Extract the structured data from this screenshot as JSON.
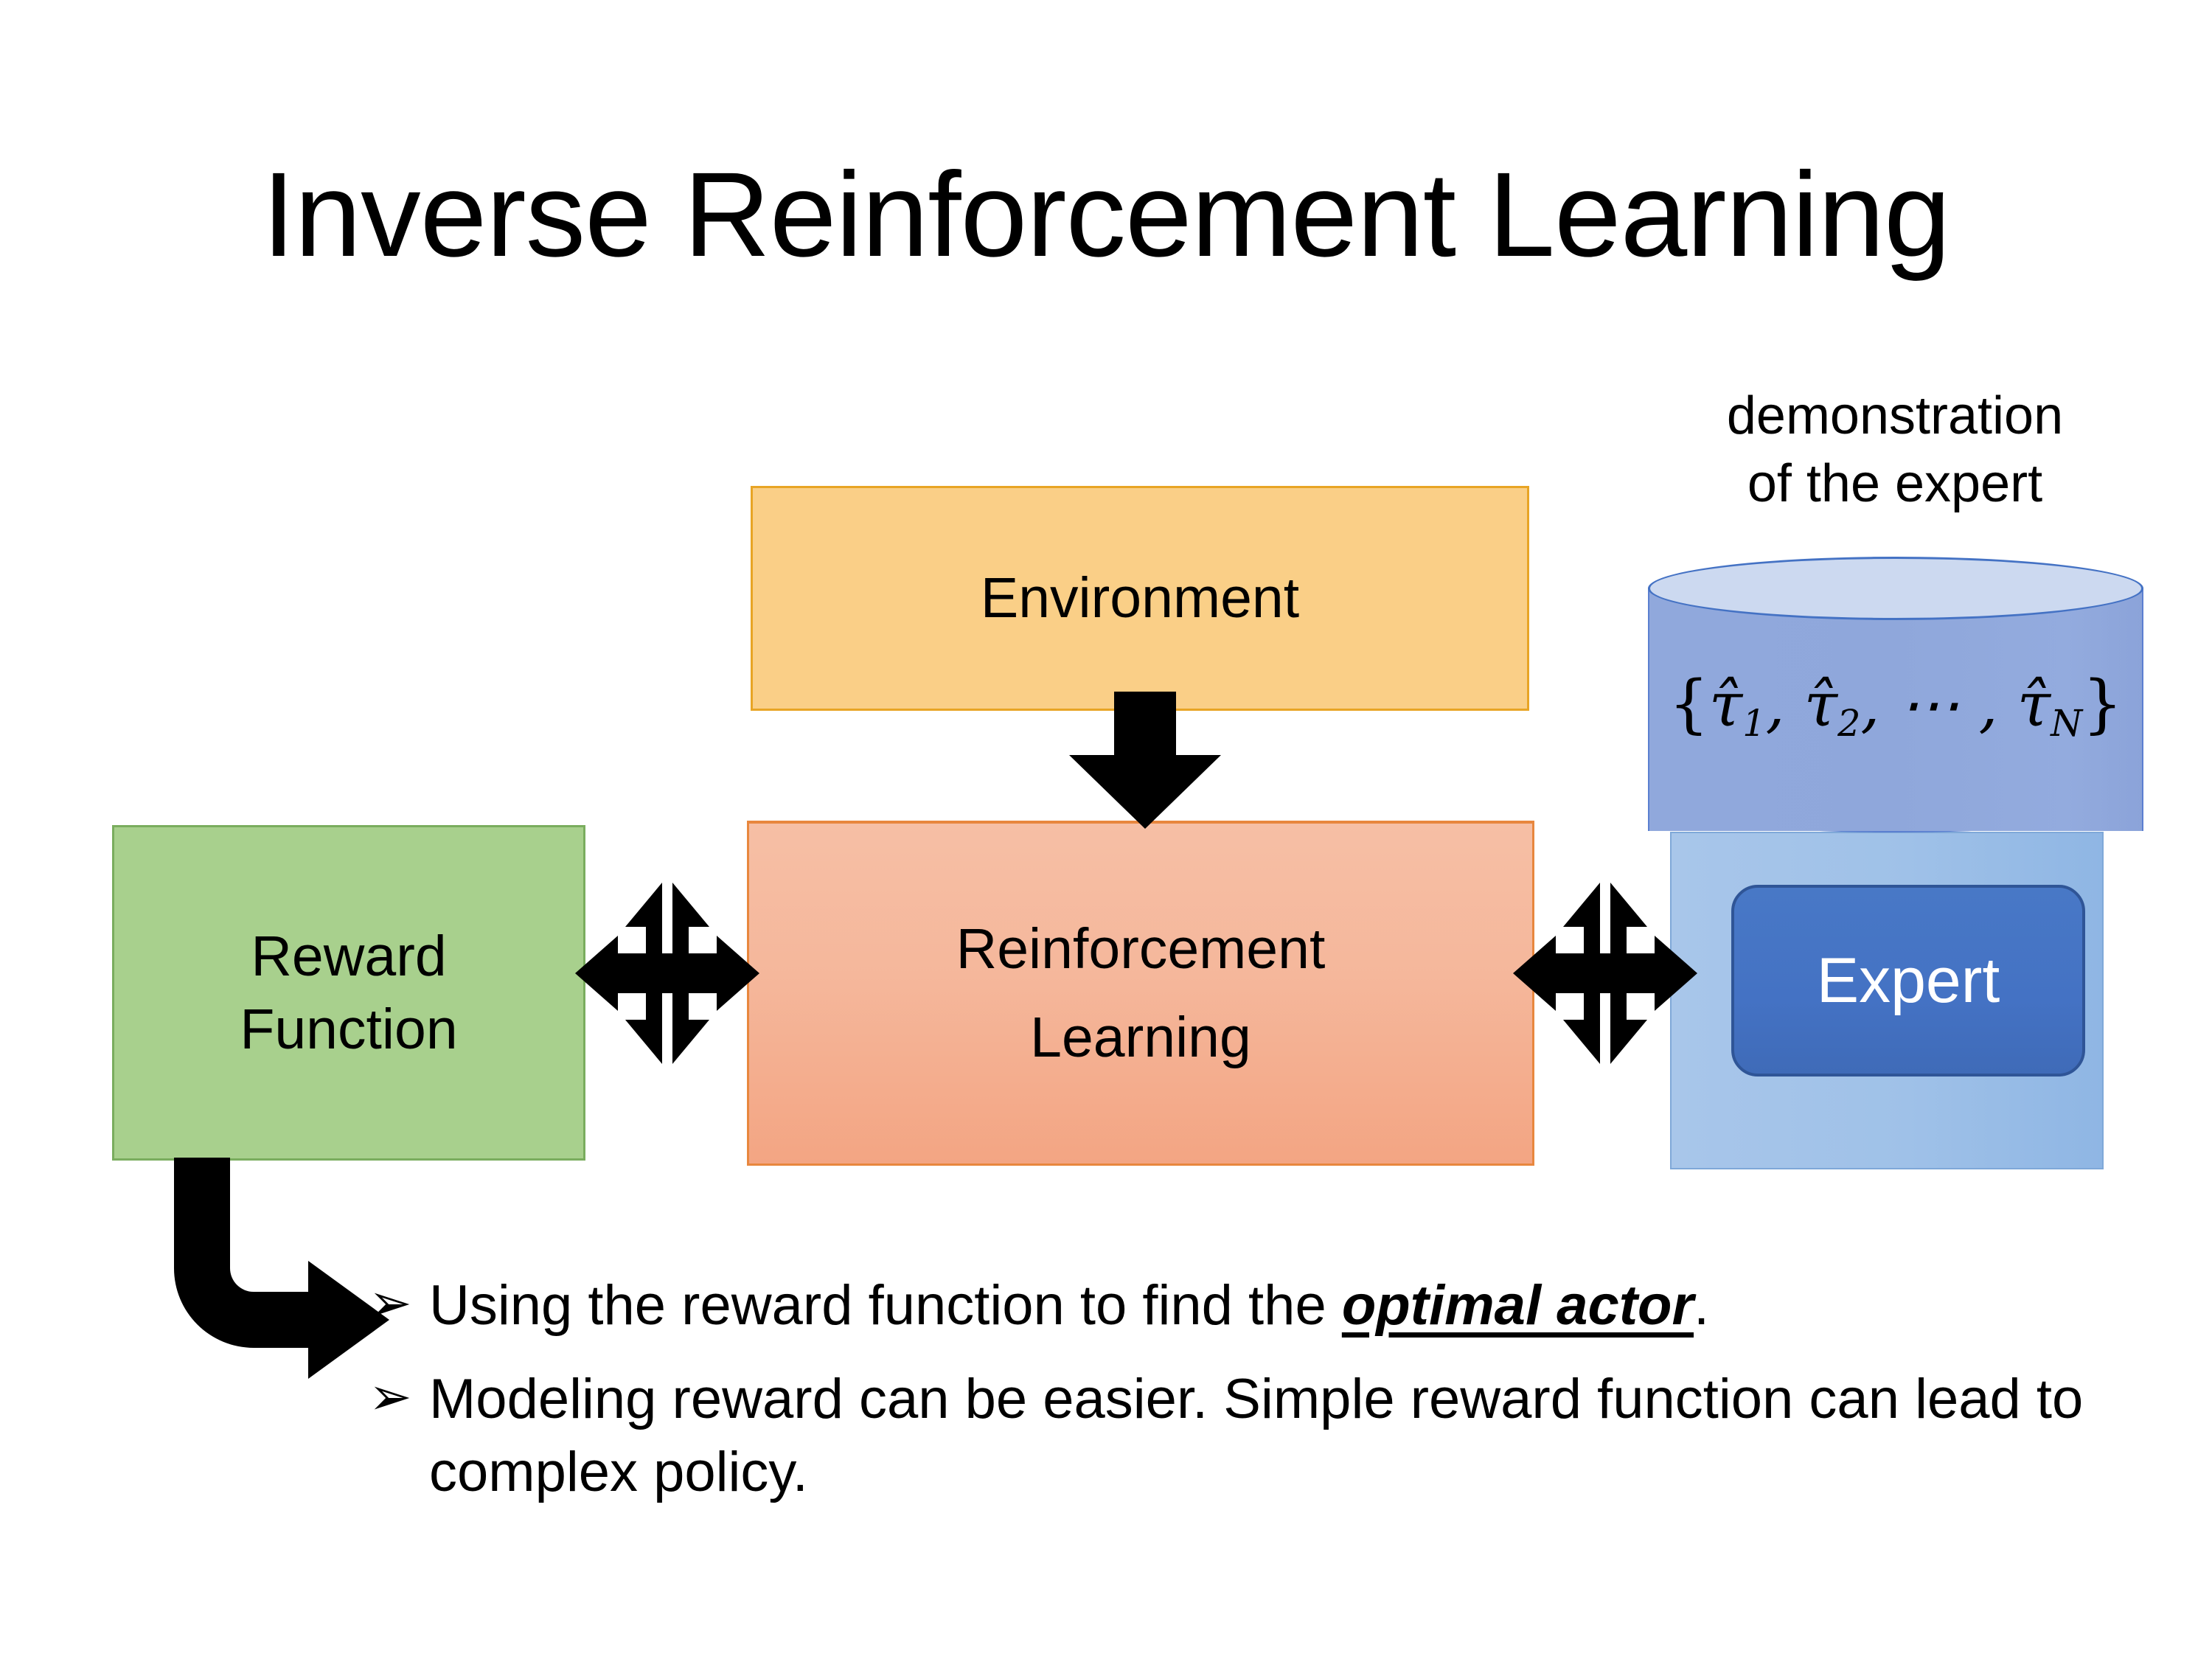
{
  "slide": {
    "title": "Inverse Reinforcement Learning"
  },
  "diagram": {
    "environment": {
      "label": "Environment"
    },
    "reward_function": {
      "label": "Reward\nFunction",
      "line1": "Reward",
      "line2": "Function"
    },
    "reinforcement_learning": {
      "line1": "Reinforcement",
      "line2": "Learning"
    },
    "expert": {
      "label": "Expert"
    },
    "demonstration": {
      "caption_line1": "demonstration",
      "caption_line2": "of the expert",
      "formula_open": "{",
      "formula_t1": "τ̂",
      "formula_t1_sub": "1",
      "formula_sep1": ", ",
      "formula_t2": "τ̂",
      "formula_t2_sub": "2",
      "formula_sep2": ", ⋯ , ",
      "formula_tn": "τ̂",
      "formula_tn_sub": "N",
      "formula_close": "}"
    },
    "arrows": {
      "env_to_rl": "down-arrow",
      "reward_rl_bidirectional": "four-way-arrow",
      "rl_expert_bidirectional": "four-way-arrow",
      "reward_to_note": "bent-arrow"
    }
  },
  "bullets": [
    {
      "marker": "➢",
      "prefix": "Using the reward function to find the ",
      "emphasis": "optimal actor",
      "suffix": "."
    },
    {
      "marker": "➢",
      "prefix": "Modeling reward can be easier. Simple reward function can lead to complex policy.",
      "emphasis": "",
      "suffix": ""
    }
  ],
  "colors": {
    "environment_fill": "#facf87",
    "environment_border": "#e8a525",
    "reward_fill": "#a8d08d",
    "reward_border": "#7aad5e",
    "rl_fill_top": "#f6bfa5",
    "rl_fill_bottom": "#f3a583",
    "rl_border": "#e8873e",
    "expert_panel_fill": "#9fc1e8",
    "expert_box_fill": "#4472c4",
    "expert_box_border": "#2f5597",
    "cylinder_body_fill": "#8fa7db",
    "cylinder_top_fill": "#ccd9f0",
    "cylinder_border": "#4472c4",
    "arrow_fill": "#000000",
    "text": "#000000",
    "background": "#ffffff"
  }
}
